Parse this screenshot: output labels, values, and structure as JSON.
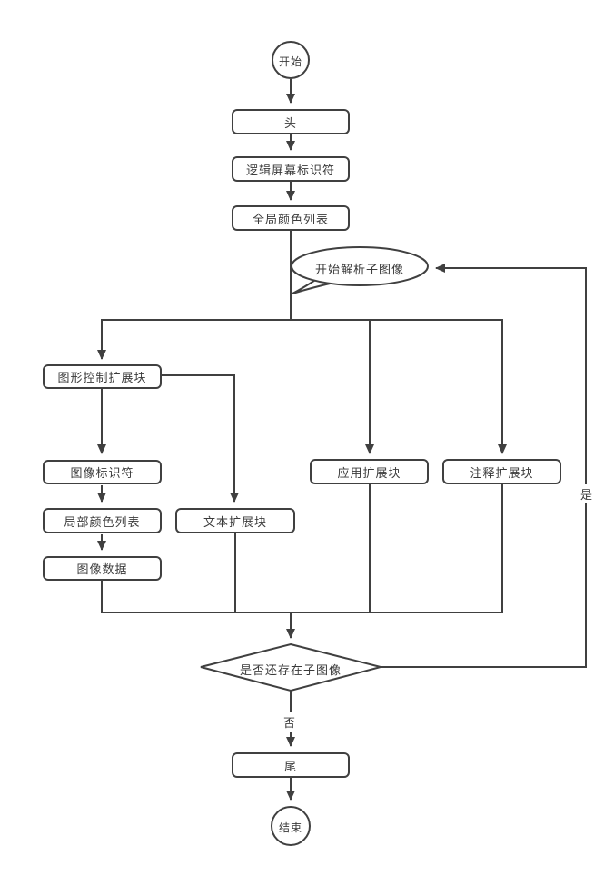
{
  "nodes": {
    "start": {
      "label": "开始",
      "shape": "circle"
    },
    "header": {
      "label": "头",
      "shape": "rounded-rect"
    },
    "logical_screen_descriptor": {
      "label": "逻辑屏幕标识符",
      "shape": "rounded-rect"
    },
    "global_color_table": {
      "label": "全局颜色列表",
      "shape": "rounded-rect"
    },
    "parse_subimage_note": {
      "label": "开始解析子图像",
      "shape": "callout-ellipse"
    },
    "graphic_control_extension": {
      "label": "图形控制扩展块",
      "shape": "rounded-rect"
    },
    "image_descriptor": {
      "label": "图像标识符",
      "shape": "rounded-rect"
    },
    "local_color_table": {
      "label": "局部颜色列表",
      "shape": "rounded-rect"
    },
    "image_data": {
      "label": "图像数据",
      "shape": "rounded-rect"
    },
    "text_extension": {
      "label": "文本扩展块",
      "shape": "rounded-rect"
    },
    "application_extension": {
      "label": "应用扩展块",
      "shape": "rounded-rect"
    },
    "comment_extension": {
      "label": "注释扩展块",
      "shape": "rounded-rect"
    },
    "decision_more_subimages": {
      "label": "是否还存在子图像",
      "shape": "diamond"
    },
    "trailer": {
      "label": "尾",
      "shape": "rounded-rect"
    },
    "end": {
      "label": "结束",
      "shape": "circle"
    }
  },
  "edge_labels": {
    "yes": "是",
    "no": "否"
  },
  "colors": {
    "line": "#404040",
    "node_fill": "#ffffff",
    "text": "#3a3a3a",
    "background": "#ffffff"
  }
}
